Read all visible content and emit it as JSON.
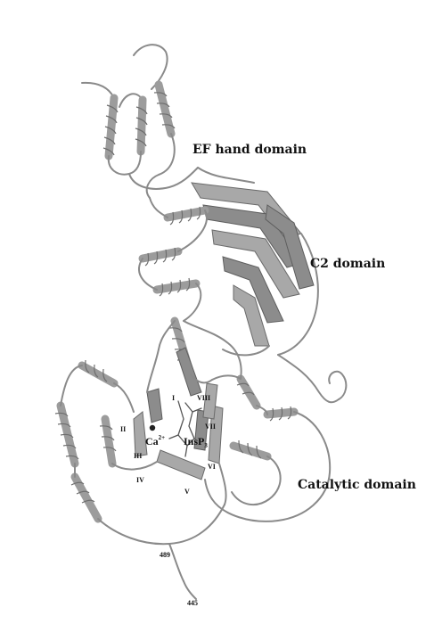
{
  "figure": {
    "domain_labels": {
      "ef_hand": "EF hand domain",
      "c2": "C2 domain",
      "catalytic": "Catalytic domain"
    },
    "ligands": {
      "calcium_base": "Ca",
      "calcium_charge": "2+",
      "inositol_base": "InsP",
      "inositol_sub": "3"
    },
    "regions": {
      "i": "I",
      "ii": "II",
      "iii": "III",
      "iv": "IV",
      "v": "V",
      "vi": "VI",
      "vii": "VII",
      "viii": "VIII"
    },
    "residues": {
      "r489": "489",
      "r445": "445"
    }
  }
}
